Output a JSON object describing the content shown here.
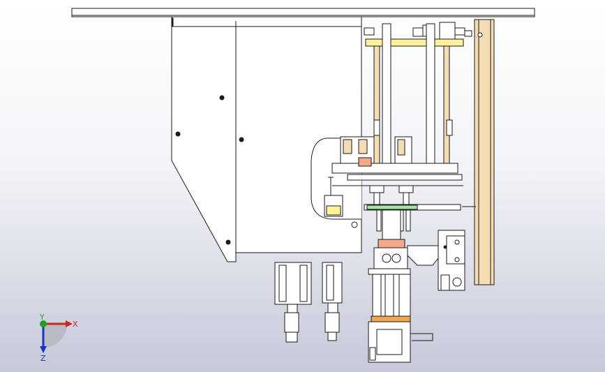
{
  "axes": {
    "x_label": "X",
    "y_label": "Y",
    "z_label": "Z",
    "x_color": "#d42020",
    "y_color": "#20a020",
    "z_color": "#2030c8"
  },
  "colors": {
    "line": "#1a1a1a",
    "housing": "#ffffff",
    "background_top": "#ffffff",
    "background_bottom": "#c5c9d8",
    "wood": "#f4dcb4",
    "yellow": "#fff29a",
    "green": "#a6e3a6",
    "salmon": "#f2a98a",
    "orange_pad": "#f0a552"
  },
  "icons": {
    "triad": "coordinate-triad-icon"
  }
}
